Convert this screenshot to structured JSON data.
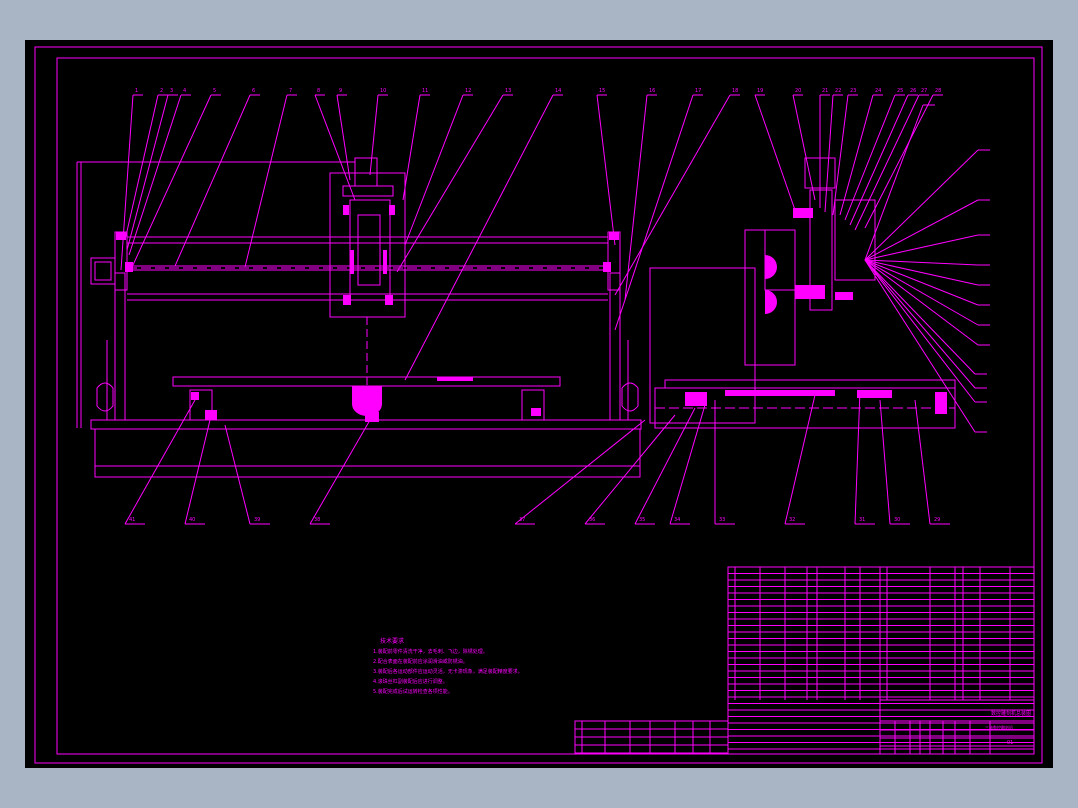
{
  "drawing": {
    "tech_requirements": {
      "title": "技术要求",
      "lines": [
        "1.装配前零件清洗干净，去毛刺、飞边，除锈处理。",
        "2.配合表面在装配前应涂润滑油或防锈油。",
        "3.装配后各运动部件应运动灵活，无卡滞现象，满足装配精度要求。",
        "4.滚珠丝杠副装配后应进行调整。",
        "5.装配完成后试运转检查各项性能。"
      ]
    },
    "title_block": {
      "title": "数控雕刻机总装图",
      "subtitle": "三轴数控雕刻机",
      "drawing_no": "01"
    },
    "balloons": {
      "top": [
        "1",
        "2",
        "3",
        "4",
        "5",
        "6",
        "7",
        "8",
        "9",
        "10",
        "11",
        "12",
        "13",
        "14",
        "15",
        "16",
        "17",
        "18",
        "19",
        "20",
        "21",
        "22",
        "23",
        "24",
        "25",
        "26",
        "27",
        "28"
      ],
      "bottom": [
        "41",
        "40",
        "39",
        "38",
        "37",
        "36",
        "35",
        "34",
        "33",
        "32",
        "31",
        "30",
        "29"
      ]
    }
  }
}
